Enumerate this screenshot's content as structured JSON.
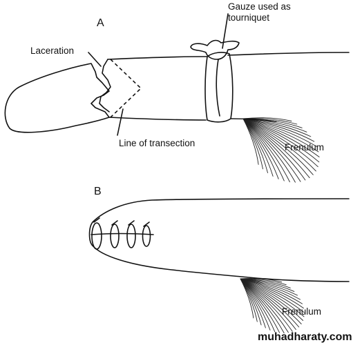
{
  "panel_a": {
    "label": "A",
    "laceration_label": "Laceration",
    "gauze_label_line1": "Gauze used as",
    "gauze_label_line2": "tourniquet",
    "transection_label": "Line of transection",
    "frenulum_label": "Frenulum"
  },
  "panel_b": {
    "label": "B",
    "frenulum_label": "Frenulum"
  },
  "watermark": {
    "text": "muhadharaty.com"
  }
}
